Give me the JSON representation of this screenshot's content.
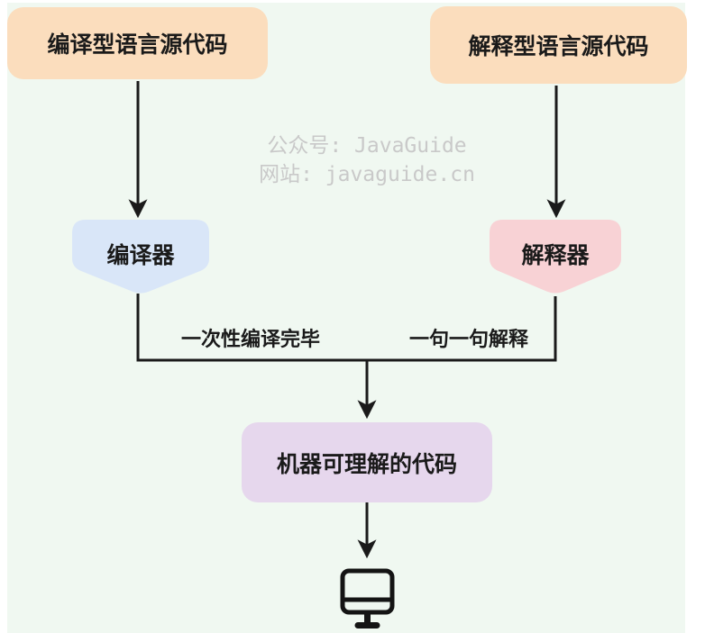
{
  "diagram": {
    "nodes": {
      "compiled_source": "编译型语言源代码",
      "interpreted_source": "解释型语言源代码",
      "compiler": "编译器",
      "interpreter": "解释器",
      "machine_code": "机器可理解的代码"
    },
    "edge_labels": {
      "compiled": "一次性编译完毕",
      "interpreted": "一句一句解释"
    },
    "watermark": {
      "line1": "公众号: JavaGuide",
      "line2": "网站: javaguide.cn"
    },
    "icons": {
      "monitor": "computer-monitor-icon"
    },
    "colors": {
      "page_background": "#ffffff",
      "canvas_background": "#f0f8f1",
      "source_node_fill": "#fbddbd",
      "compiler_fill": "#d9e6f8",
      "interpreter_fill": "#f8d2d5",
      "machine_code_fill": "#e6d7ed",
      "connector": "#1a1a1a",
      "text": "#1a1a1a",
      "watermark_text": "#c9c9c9"
    }
  }
}
